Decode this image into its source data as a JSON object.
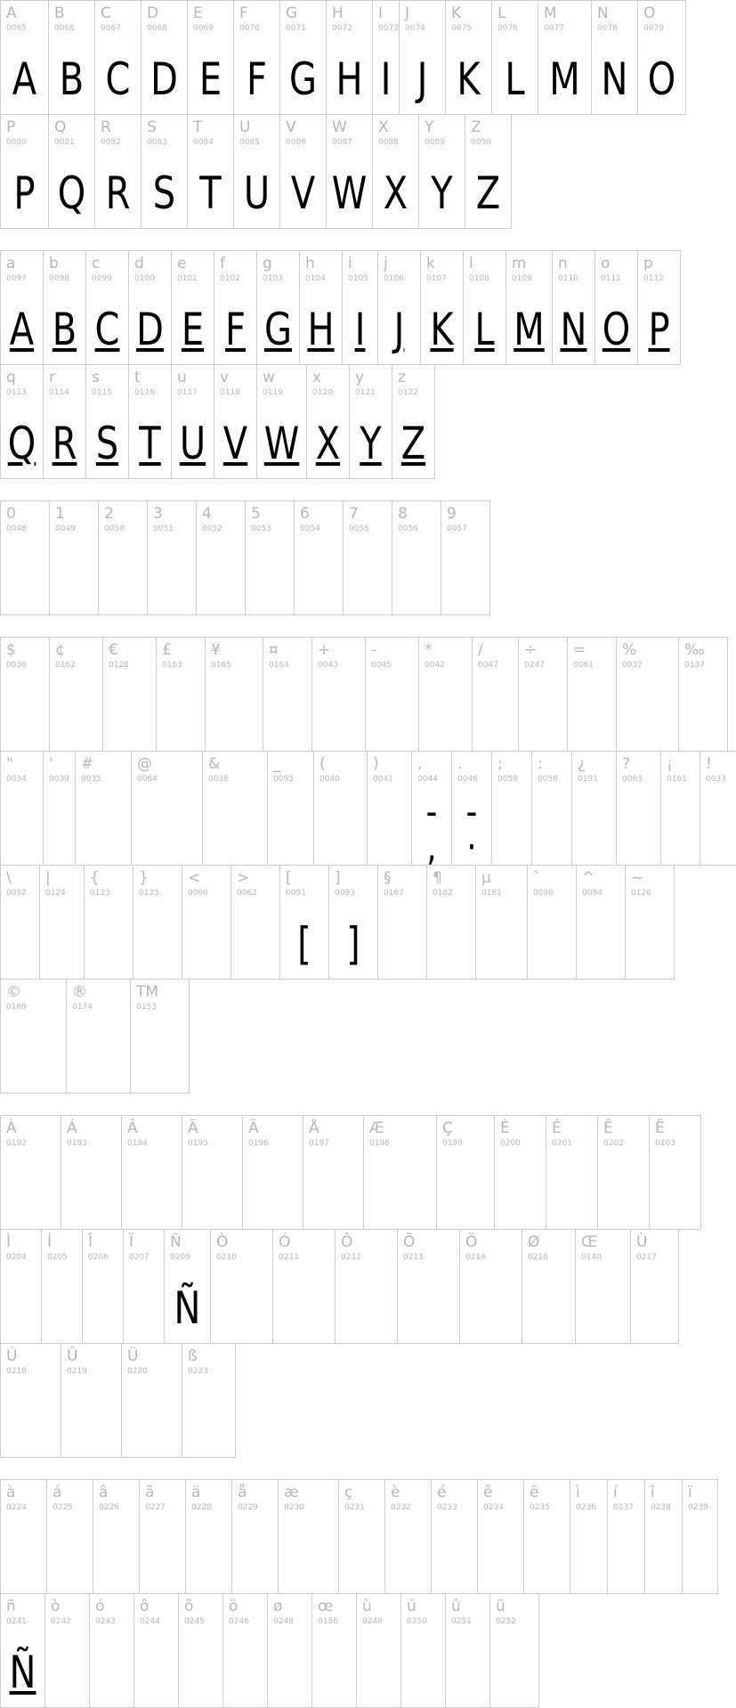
{
  "sections": [
    {
      "id": "uppercase",
      "rows": [
        [
          {
            "c": "A",
            "code": "0065",
            "g": "A"
          },
          {
            "c": "B",
            "code": "0066",
            "g": "B"
          },
          {
            "c": "C",
            "code": "0067",
            "g": "C"
          },
          {
            "c": "D",
            "code": "0068",
            "g": "D"
          },
          {
            "c": "E",
            "code": "0069",
            "g": "E"
          },
          {
            "c": "F",
            "code": "0070",
            "g": "F"
          },
          {
            "c": "G",
            "code": "0071",
            "g": "G"
          },
          {
            "c": "H",
            "code": "0072",
            "g": "H"
          },
          {
            "c": "I",
            "code": "0073",
            "g": "I"
          },
          {
            "c": "J",
            "code": "0074",
            "g": "J"
          },
          {
            "c": "K",
            "code": "0075",
            "g": "K"
          },
          {
            "c": "L",
            "code": "0076",
            "g": "L"
          },
          {
            "c": "M",
            "code": "0077",
            "g": "M"
          },
          {
            "c": "N",
            "code": "0078",
            "g": "N"
          },
          {
            "c": "O",
            "code": "0079",
            "g": "O"
          }
        ],
        [
          {
            "c": "P",
            "code": "0080",
            "g": "P"
          },
          {
            "c": "Q",
            "code": "0081",
            "g": "Q"
          },
          {
            "c": "R",
            "code": "0082",
            "g": "R"
          },
          {
            "c": "S",
            "code": "0083",
            "g": "S"
          },
          {
            "c": "T",
            "code": "0084",
            "g": "T"
          },
          {
            "c": "U",
            "code": "0085",
            "g": "U"
          },
          {
            "c": "V",
            "code": "0086",
            "g": "V"
          },
          {
            "c": "W",
            "code": "0087",
            "g": "W"
          },
          {
            "c": "X",
            "code": "0088",
            "g": "X"
          },
          {
            "c": "Y",
            "code": "0089",
            "g": "Y"
          },
          {
            "c": "Z",
            "code": "0090",
            "g": "Z"
          }
        ]
      ]
    },
    {
      "id": "lowercase",
      "rows": [
        [
          {
            "c": "a",
            "code": "0097",
            "g": "A",
            "u": 1
          },
          {
            "c": "b",
            "code": "0098",
            "g": "B",
            "u": 1
          },
          {
            "c": "c",
            "code": "0099",
            "g": "C",
            "u": 1
          },
          {
            "c": "d",
            "code": "0100",
            "g": "D",
            "u": 1
          },
          {
            "c": "e",
            "code": "0101",
            "g": "E",
            "u": 1
          },
          {
            "c": "f",
            "code": "0102",
            "g": "F",
            "u": 1
          },
          {
            "c": "g",
            "code": "0103",
            "g": "G",
            "u": 1
          },
          {
            "c": "h",
            "code": "0104",
            "g": "H",
            "u": 1
          },
          {
            "c": "i",
            "code": "0105",
            "g": "I",
            "u": 1
          },
          {
            "c": "j",
            "code": "0106",
            "g": "J",
            "u": 1
          },
          {
            "c": "k",
            "code": "0107",
            "g": "K",
            "u": 1
          },
          {
            "c": "l",
            "code": "0108",
            "g": "L",
            "u": 1
          },
          {
            "c": "m",
            "code": "0109",
            "g": "M",
            "u": 1
          },
          {
            "c": "n",
            "code": "0110",
            "g": "N",
            "u": 1
          },
          {
            "c": "o",
            "code": "0111",
            "g": "O",
            "u": 1
          },
          {
            "c": "p",
            "code": "0112",
            "g": "P",
            "u": 1
          }
        ],
        [
          {
            "c": "q",
            "code": "0113",
            "g": "Q",
            "u": 1
          },
          {
            "c": "r",
            "code": "0114",
            "g": "R",
            "u": 1
          },
          {
            "c": "s",
            "code": "0115",
            "g": "S",
            "u": 1
          },
          {
            "c": "t",
            "code": "0116",
            "g": "T",
            "u": 1
          },
          {
            "c": "u",
            "code": "0117",
            "g": "U",
            "u": 1
          },
          {
            "c": "v",
            "code": "0118",
            "g": "V",
            "u": 1
          },
          {
            "c": "w",
            "code": "0119",
            "g": "W",
            "u": 1
          },
          {
            "c": "x",
            "code": "0120",
            "g": "X",
            "u": 1
          },
          {
            "c": "y",
            "code": "0121",
            "g": "Y",
            "u": 1
          },
          {
            "c": "z",
            "code": "0122",
            "g": "Z",
            "u": 1
          }
        ]
      ]
    },
    {
      "id": "digits",
      "rows": [
        [
          {
            "c": "0",
            "code": "0048"
          },
          {
            "c": "1",
            "code": "0049"
          },
          {
            "c": "2",
            "code": "0050"
          },
          {
            "c": "3",
            "code": "0051"
          },
          {
            "c": "4",
            "code": "0052"
          },
          {
            "c": "5",
            "code": "0053"
          },
          {
            "c": "6",
            "code": "0054"
          },
          {
            "c": "7",
            "code": "0055"
          },
          {
            "c": "8",
            "code": "0056"
          },
          {
            "c": "9",
            "code": "0057"
          }
        ]
      ]
    },
    {
      "id": "symbols",
      "rows": [
        [
          {
            "c": "$",
            "code": "0036"
          },
          {
            "c": "¢",
            "code": "0162"
          },
          {
            "c": "€",
            "code": "0128"
          },
          {
            "c": "£",
            "code": "0163"
          },
          {
            "c": "¥",
            "code": "0165"
          },
          {
            "c": "¤",
            "code": "0164"
          },
          {
            "c": "+",
            "code": "0043"
          },
          {
            "c": "-",
            "code": "0045"
          },
          {
            "c": "*",
            "code": "0042"
          },
          {
            "c": "/",
            "code": "0047"
          },
          {
            "c": "÷",
            "code": "0247"
          },
          {
            "c": "=",
            "code": "0061"
          },
          {
            "c": "%",
            "code": "0037"
          },
          {
            "c": "‰",
            "code": "0137"
          }
        ],
        [
          {
            "c": "\"",
            "code": "0034"
          },
          {
            "c": "'",
            "code": "0039"
          },
          {
            "c": "#",
            "code": "0035"
          },
          {
            "c": "@",
            "code": "0064"
          },
          {
            "c": "&",
            "code": "0038"
          },
          {
            "c": "_",
            "code": "0095"
          },
          {
            "c": "(",
            "code": "0040"
          },
          {
            "c": ")",
            "code": "0041"
          },
          {
            "c": ",",
            "code": "0044",
            "g": "-\n,",
            "sm": 1
          },
          {
            "c": ".",
            "code": "0046",
            "g": "-\n·",
            "sm": 1
          },
          {
            "c": ";",
            "code": "0059"
          },
          {
            "c": ":",
            "code": "0058"
          },
          {
            "c": "¿",
            "code": "0191"
          },
          {
            "c": "?",
            "code": "0063"
          },
          {
            "c": "¡",
            "code": "0161"
          },
          {
            "c": "!",
            "code": "0033"
          }
        ],
        [
          {
            "c": "\\",
            "code": "0092"
          },
          {
            "c": "|",
            "code": "0124"
          },
          {
            "c": "{",
            "code": "0123"
          },
          {
            "c": "}",
            "code": "0125"
          },
          {
            "c": "<",
            "code": "0060"
          },
          {
            "c": ">",
            "code": "0062"
          },
          {
            "c": "[",
            "code": "0091",
            "g": "["
          },
          {
            "c": "]",
            "code": "0093",
            "g": "]"
          },
          {
            "c": "§",
            "code": "0167"
          },
          {
            "c": "¶",
            "code": "0182"
          },
          {
            "c": "µ",
            "code": "0181"
          },
          {
            "c": "`",
            "code": "0096"
          },
          {
            "c": "^",
            "code": "0094"
          },
          {
            "c": "~",
            "code": "0126"
          }
        ],
        [
          {
            "c": "©",
            "code": "0169"
          },
          {
            "c": "®",
            "code": "0174"
          },
          {
            "c": "TM",
            "code": "0153"
          }
        ]
      ]
    },
    {
      "id": "accented-upper",
      "rows": [
        [
          {
            "c": "À",
            "code": "0192"
          },
          {
            "c": "Á",
            "code": "0193"
          },
          {
            "c": "Â",
            "code": "0194"
          },
          {
            "c": "Ã",
            "code": "0195"
          },
          {
            "c": "Ä",
            "code": "0196"
          },
          {
            "c": "Å",
            "code": "0197"
          },
          {
            "c": "Æ",
            "code": "0198"
          },
          {
            "c": "Ç",
            "code": "0199"
          },
          {
            "c": "È",
            "code": "0200"
          },
          {
            "c": "É",
            "code": "0201"
          },
          {
            "c": "Ê",
            "code": "0202"
          },
          {
            "c": "Ë",
            "code": "0203"
          }
        ],
        [
          {
            "c": "Ì",
            "code": "0204"
          },
          {
            "c": "Í",
            "code": "0205"
          },
          {
            "c": "Î",
            "code": "0206"
          },
          {
            "c": "Ï",
            "code": "0207"
          },
          {
            "c": "Ñ",
            "code": "0209",
            "g": "Ñ"
          },
          {
            "c": "Ò",
            "code": "0210"
          },
          {
            "c": "Ó",
            "code": "0211"
          },
          {
            "c": "Ô",
            "code": "0212"
          },
          {
            "c": "Õ",
            "code": "0213"
          },
          {
            "c": "Ö",
            "code": "0214"
          },
          {
            "c": "Ø",
            "code": "0216"
          },
          {
            "c": "Œ",
            "code": "0140"
          },
          {
            "c": "Ù",
            "code": "0217"
          }
        ],
        [
          {
            "c": "Ú",
            "code": "0218"
          },
          {
            "c": "Û",
            "code": "0219"
          },
          {
            "c": "Ü",
            "code": "0220"
          },
          {
            "c": "ß",
            "code": "0223"
          }
        ]
      ]
    },
    {
      "id": "accented-lower",
      "rows": [
        [
          {
            "c": "à",
            "code": "0224"
          },
          {
            "c": "á",
            "code": "0225"
          },
          {
            "c": "â",
            "code": "0226"
          },
          {
            "c": "ã",
            "code": "0227"
          },
          {
            "c": "ä",
            "code": "0228"
          },
          {
            "c": "å",
            "code": "0229"
          },
          {
            "c": "æ",
            "code": "0230"
          },
          {
            "c": "ç",
            "code": "0231"
          },
          {
            "c": "è",
            "code": "0232"
          },
          {
            "c": "é",
            "code": "0233"
          },
          {
            "c": "ê",
            "code": "0234"
          },
          {
            "c": "ë",
            "code": "0235"
          },
          {
            "c": "ì",
            "code": "0236"
          },
          {
            "c": "í",
            "code": "0237"
          },
          {
            "c": "î",
            "code": "0238"
          },
          {
            "c": "ï",
            "code": "0239"
          }
        ],
        [
          {
            "c": "ñ",
            "code": "0241",
            "g": "Ñ",
            "u": 1
          },
          {
            "c": "ò",
            "code": "0242"
          },
          {
            "c": "ó",
            "code": "0243"
          },
          {
            "c": "ô",
            "code": "0244"
          },
          {
            "c": "õ",
            "code": "0245"
          },
          {
            "c": "ö",
            "code": "0246"
          },
          {
            "c": "ø",
            "code": "0248"
          },
          {
            "c": "œ",
            "code": "0156"
          },
          {
            "c": "ù",
            "code": "0249"
          },
          {
            "c": "ú",
            "code": "0250"
          },
          {
            "c": "û",
            "code": "0251"
          },
          {
            "c": "ü",
            "code": "0252"
          }
        ]
      ]
    }
  ]
}
